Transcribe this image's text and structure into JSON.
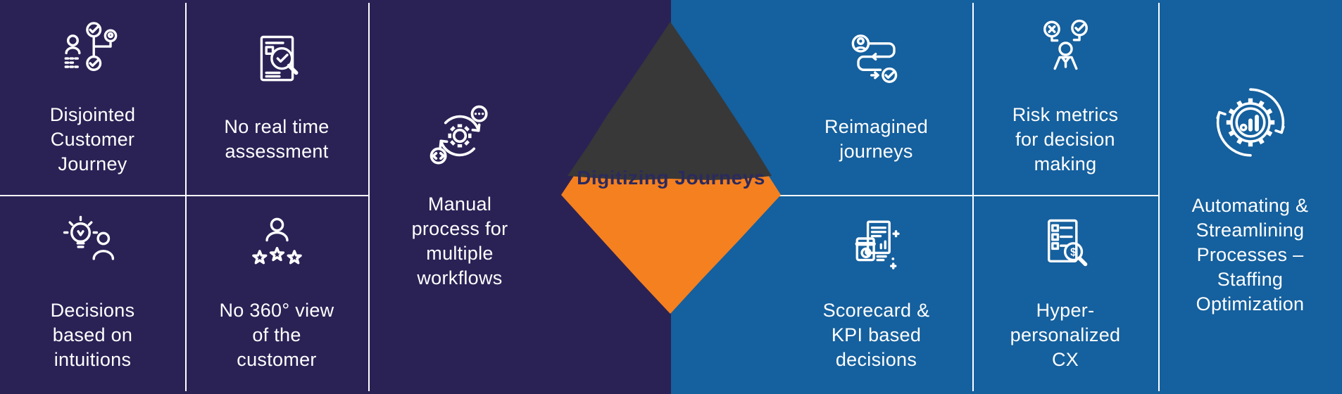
{
  "palette": {
    "navy_bg": "#2A2255",
    "blue_bg": "#15609E",
    "diamond_top": "#383838",
    "diamond_bottom": "#F5801F",
    "diamond_label_color": "#2B2A5E",
    "text_color": "#FFFFFF",
    "divider_color": "#FFFFFF"
  },
  "diamond": {
    "label": "Digitizing Journeys"
  },
  "left_panel": {
    "cells": [
      {
        "icon": "disjointed-journey-icon",
        "lines": [
          "Disjointed",
          "Customer",
          "Journey"
        ]
      },
      {
        "icon": "realtime-assessment-icon",
        "lines": [
          "No real time",
          "assessment"
        ]
      },
      {
        "icon": "manual-process-icon",
        "lines": [
          "Manual",
          "process for",
          "multiple",
          "workflows"
        ]
      },
      {
        "icon": "intuition-decisions-icon",
        "lines": [
          "Decisions",
          "based on",
          "intuitions"
        ]
      },
      {
        "icon": "no-360-view-icon",
        "lines": [
          "No 360° view",
          "of the",
          "customer"
        ]
      }
    ]
  },
  "right_panel": {
    "cells": [
      {
        "icon": "reimagined-journeys-icon",
        "lines": [
          "Reimagined",
          "journeys"
        ]
      },
      {
        "icon": "risk-metrics-icon",
        "lines": [
          "Risk metrics",
          "for decision",
          "making"
        ]
      },
      {
        "icon": "scorecard-kpi-icon",
        "lines": [
          "Scorecard &",
          "KPI based",
          "decisions"
        ]
      },
      {
        "icon": "hyper-personalized-icon",
        "lines": [
          "Hyper-",
          "personalized",
          "CX"
        ]
      },
      {
        "icon": "automation-icon",
        "lines": [
          "Automating &",
          "Streamlining",
          "Processes –",
          "Staffing",
          "Optimization"
        ]
      }
    ]
  }
}
